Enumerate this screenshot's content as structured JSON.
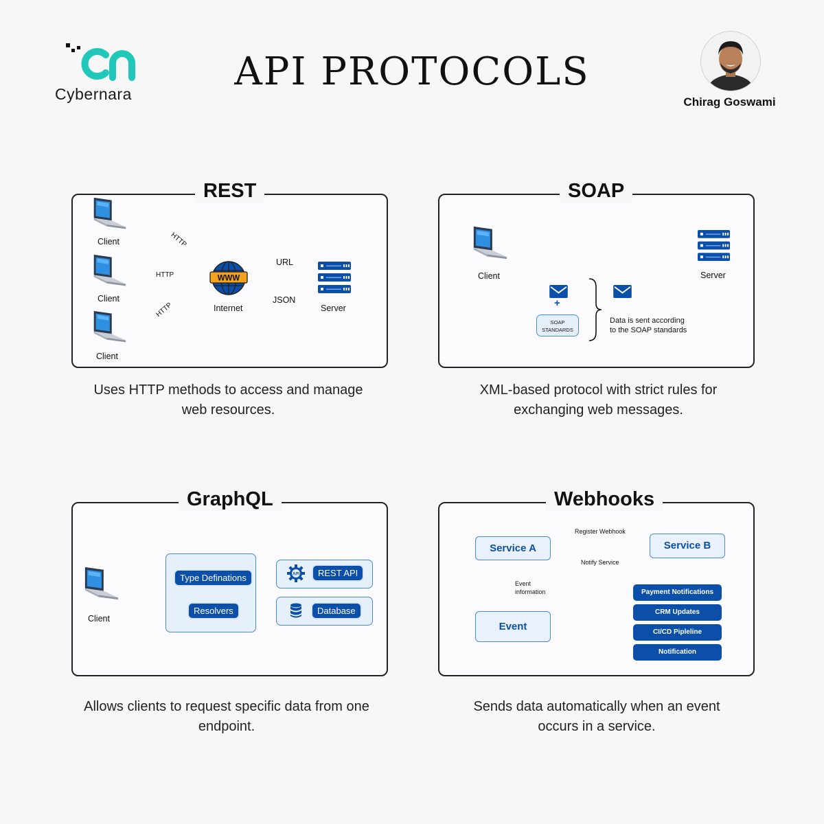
{
  "header": {
    "brand_name": "Cybernara",
    "title": "API PROTOCOLS",
    "author": "Chirag Goswami"
  },
  "rest": {
    "title": "REST",
    "client_labels": [
      "Client",
      "Client",
      "Client"
    ],
    "http_labels": [
      "HTTP",
      "HTTP",
      "HTTP"
    ],
    "internet_label": "Internet",
    "www_text": "WWW",
    "url_label": "URL",
    "json_label": "JSON",
    "server_label": "Server",
    "caption_line1": "Uses HTTP methods to access and manage",
    "caption_line2": "web resources."
  },
  "soap": {
    "title": "SOAP",
    "client_label": "Client",
    "server_label": "Server",
    "plus": "+",
    "standards_line1": "SOAP",
    "standards_line2": "STANDARDS",
    "note_line1": "Data is sent according",
    "note_line2": "to the SOAP standards",
    "caption_line1": "XML-based protocol with strict rules for",
    "caption_line2": "exchanging web messages."
  },
  "graphql": {
    "title": "GraphQL",
    "client_label": "Client",
    "type_definitions": "Type Definations",
    "resolvers": "Resolvers",
    "api_icon_text": "API",
    "rest_api": "REST API",
    "database": "Database",
    "caption_line1": "Allows clients to request specific data from one",
    "caption_line2": "endpoint."
  },
  "webhooks": {
    "title": "Webhooks",
    "service_a": "Service A",
    "service_b": "Service B",
    "event": "Event",
    "register_webhook": "Register Webhook",
    "notify_service": "Notify Service",
    "event_info_line1": "Event",
    "event_info_line2": "information",
    "pills": [
      "Payment Notifications",
      "CRM Updates",
      "CI/CD Pipleline",
      "Notification"
    ],
    "caption_line1": "Sends data automatically when an event",
    "caption_line2": "occurs in a service."
  }
}
